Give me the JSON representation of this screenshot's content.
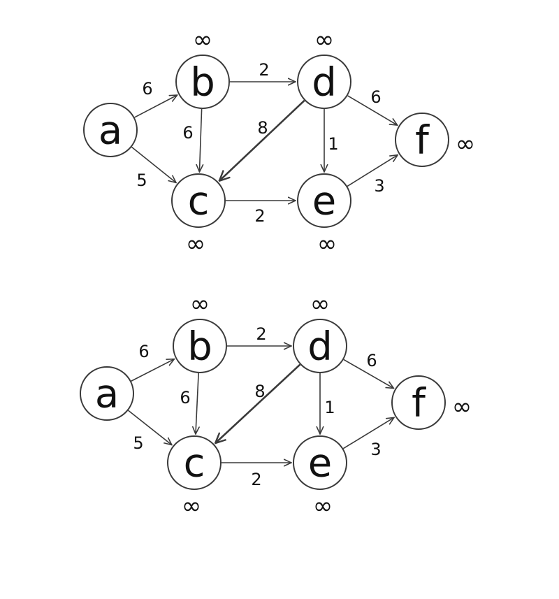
{
  "graphs": [
    {
      "nodes": [
        {
          "id": "a",
          "label": "a",
          "distance": ""
        },
        {
          "id": "b",
          "label": "b",
          "distance": "∞"
        },
        {
          "id": "c",
          "label": "c",
          "distance": "∞"
        },
        {
          "id": "d",
          "label": "d",
          "distance": "∞"
        },
        {
          "id": "e",
          "label": "e",
          "distance": "∞"
        },
        {
          "id": "f",
          "label": "f",
          "distance": "∞"
        }
      ],
      "edges": [
        {
          "from": "a",
          "to": "b",
          "weight": "6"
        },
        {
          "from": "a",
          "to": "c",
          "weight": "5"
        },
        {
          "from": "b",
          "to": "d",
          "weight": "2"
        },
        {
          "from": "b",
          "to": "c",
          "weight": "6"
        },
        {
          "from": "d",
          "to": "c",
          "weight": "8"
        },
        {
          "from": "d",
          "to": "e",
          "weight": "1"
        },
        {
          "from": "d",
          "to": "f",
          "weight": "6"
        },
        {
          "from": "c",
          "to": "e",
          "weight": "2"
        },
        {
          "from": "e",
          "to": "f",
          "weight": "3"
        }
      ]
    },
    {
      "nodes": [
        {
          "id": "a",
          "label": "a",
          "distance": ""
        },
        {
          "id": "b",
          "label": "b",
          "distance": "∞"
        },
        {
          "id": "c",
          "label": "c",
          "distance": "∞"
        },
        {
          "id": "d",
          "label": "d",
          "distance": "∞"
        },
        {
          "id": "e",
          "label": "e",
          "distance": "∞"
        },
        {
          "id": "f",
          "label": "f",
          "distance": "∞"
        }
      ],
      "edges": [
        {
          "from": "a",
          "to": "b",
          "weight": "6"
        },
        {
          "from": "a",
          "to": "c",
          "weight": "5"
        },
        {
          "from": "b",
          "to": "d",
          "weight": "2"
        },
        {
          "from": "b",
          "to": "c",
          "weight": "6"
        },
        {
          "from": "d",
          "to": "c",
          "weight": "8"
        },
        {
          "from": "d",
          "to": "e",
          "weight": "1"
        },
        {
          "from": "d",
          "to": "f",
          "weight": "6"
        },
        {
          "from": "c",
          "to": "e",
          "weight": "2"
        },
        {
          "from": "e",
          "to": "f",
          "weight": "3"
        }
      ]
    }
  ]
}
